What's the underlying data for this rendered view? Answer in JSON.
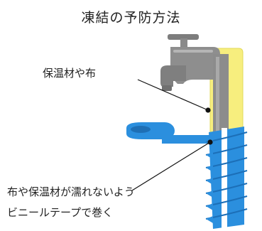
{
  "title": "凍結の予防方法",
  "labels": {
    "insulation": "保温材や布",
    "wrap_line1": "布や保温材が濡れないよう",
    "wrap_line2": "ビニールテープで巻く"
  },
  "colors": {
    "faucet": "#8c8c8c",
    "insulation": "#f7ee7e",
    "tape": "#2b8fde",
    "tape_stripe": "#ffffff"
  }
}
